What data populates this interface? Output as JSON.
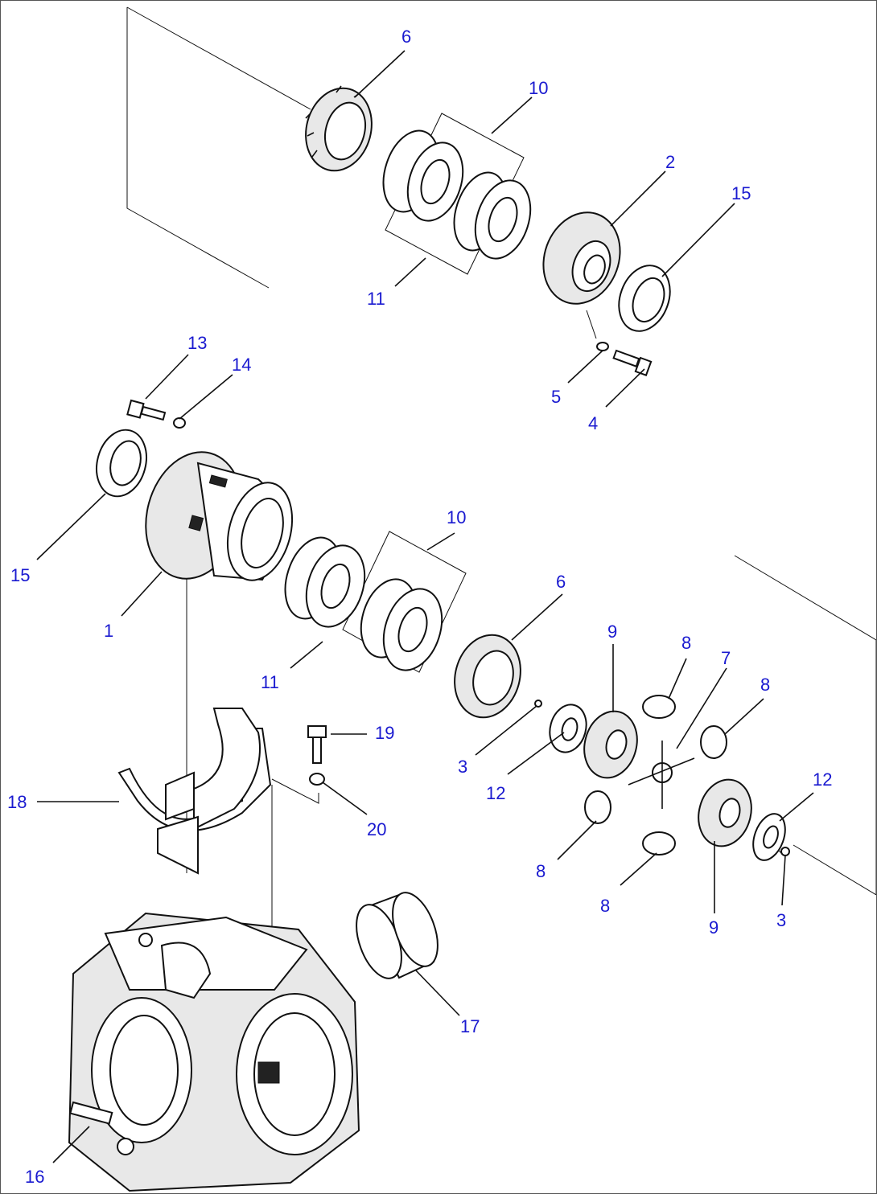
{
  "labels": {
    "p1": "1",
    "p2": "2",
    "p3a": "3",
    "p3b": "3",
    "p4": "4",
    "p5": "5",
    "p6a": "6",
    "p6b": "6",
    "p7": "7",
    "p8a": "8",
    "p8b": "8",
    "p8c": "8",
    "p8d": "8",
    "p9a": "9",
    "p9b": "9",
    "p10a": "10",
    "p10b": "10",
    "p11a": "11",
    "p11b": "11",
    "p12a": "12",
    "p12b": "12",
    "p13": "13",
    "p14": "14",
    "p15a": "15",
    "p15b": "15",
    "p16": "16",
    "p17": "17",
    "p18": "18",
    "p19": "19",
    "p20": "20"
  },
  "colors": {
    "callout": "#1a1ad0",
    "line": "#111111"
  }
}
